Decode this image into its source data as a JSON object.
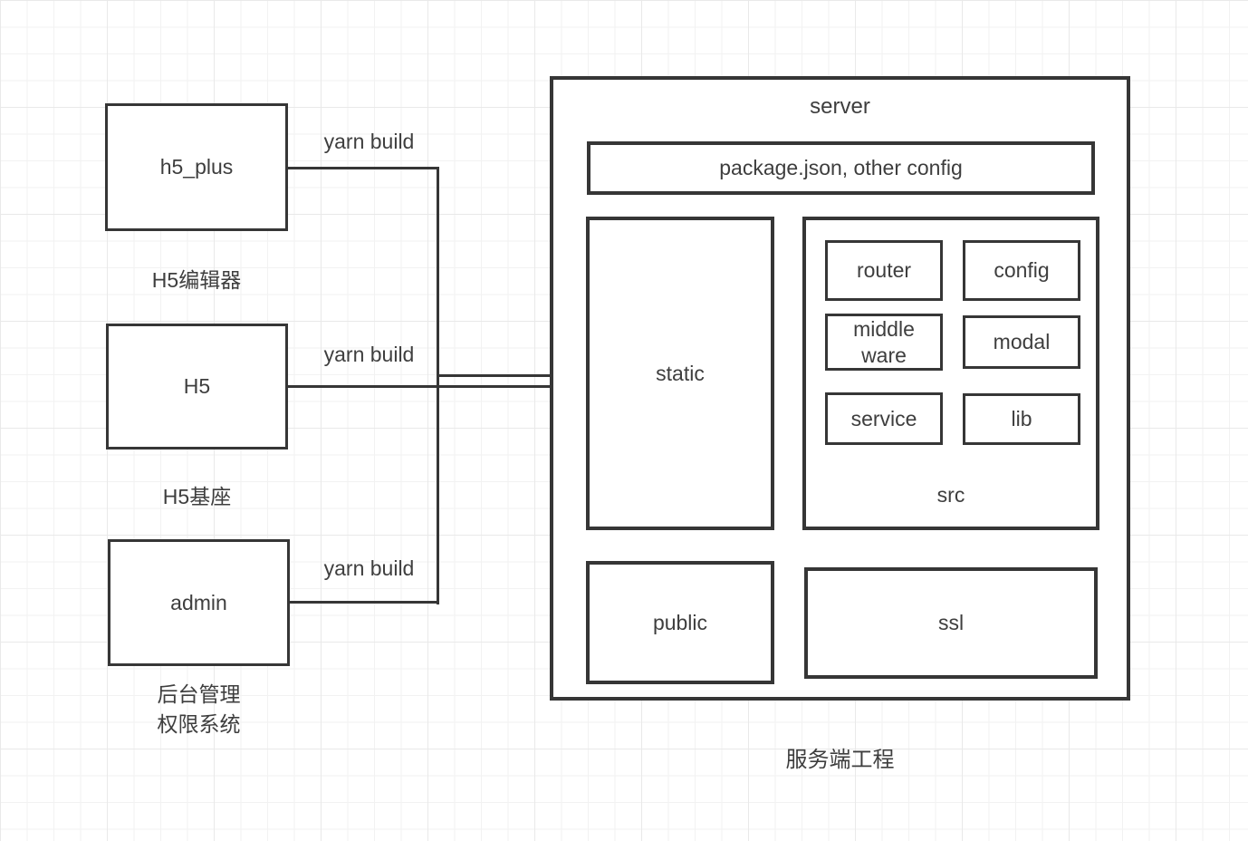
{
  "colors": {
    "line": "#363636",
    "text": "#3e3e3e",
    "background": "#ffffff",
    "grid_minor": "#f2f2f2",
    "grid_major": "#e9e9e9"
  },
  "projects": [
    {
      "name": "h5_plus",
      "caption": "H5编辑器",
      "edge_label": "yarn build"
    },
    {
      "name": "H5",
      "caption": "H5基座",
      "edge_label": "yarn build"
    },
    {
      "name": "admin",
      "caption": "后台管理\n权限系统",
      "edge_label": "yarn build"
    }
  ],
  "server": {
    "title": "server",
    "config_box": "package.json, other config",
    "static_box": "static",
    "src": {
      "label": "src",
      "modules": [
        "router",
        "config",
        "middle\nware",
        "modal",
        "service",
        "lib"
      ]
    },
    "public_box": "public",
    "ssl_box": "ssl",
    "caption": "服务端工程"
  }
}
